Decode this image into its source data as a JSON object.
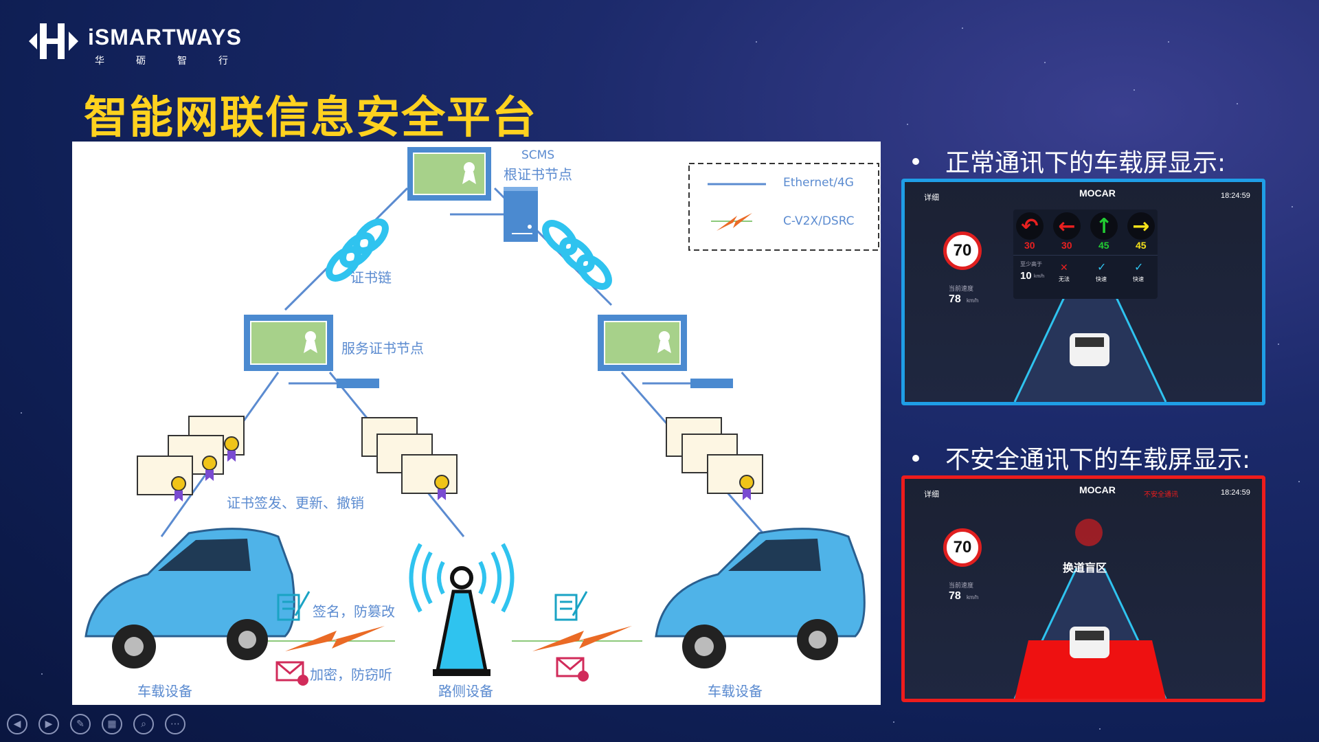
{
  "logo": {
    "brand": "iSMARTWAYS",
    "subtitle": "华砺智行"
  },
  "title": "智能网联信息安全平台",
  "diagram": {
    "scms_label": "SCMS",
    "root_node_label": "根证书节点",
    "cert_chain_label": "证书链",
    "service_node_label": "服务证书节点",
    "cert_ops_label": "证书签发、更新、撤销",
    "sign_label": "签名，防篡改",
    "encrypt_label": "加密，防窃听",
    "vehicle_left_label": "车载设备",
    "rsu_label": "路侧设备",
    "vehicle_right_label": "车载设备",
    "legend": {
      "ethernet": "Ethernet/4G",
      "v2x": "C-V2X/DSRC"
    }
  },
  "bullets": {
    "normal": "正常通讯下的车载屏显示:",
    "unsafe": "不安全通讯下的车载屏显示:"
  },
  "screen_normal": {
    "detail": "详细",
    "brand": "MOCAR",
    "time": "18:24:59",
    "speed_limit": "70",
    "current_speed_label": "当前速度",
    "current_speed": "78",
    "speed_unit": "km/h",
    "signals": [
      {
        "arrow": "↶",
        "color": "#e82020",
        "value": "30"
      },
      {
        "arrow": "←",
        "color": "#e82020",
        "value": "30"
      },
      {
        "arrow": "↑",
        "color": "#22cc33",
        "value": "45"
      },
      {
        "arrow": "→",
        "color": "#f5e11a",
        "value": "45"
      }
    ],
    "advice_label": "至少高于",
    "advice_value": "10",
    "advice_unit": "km/h",
    "advice_items": [
      "无法",
      "快速",
      "快速"
    ],
    "frame_color": "#1f9ee6"
  },
  "screen_unsafe": {
    "detail": "详细",
    "brand": "MOCAR",
    "warning": "不安全通讯",
    "time": "18:24:59",
    "speed_limit": "70",
    "current_speed_label": "当前速度",
    "current_speed": "78",
    "speed_unit": "km/h",
    "alert": "换道盲区",
    "frame_color": "#ee1c1c"
  },
  "toolbar": [
    "prev",
    "next",
    "pen",
    "slides",
    "zoom",
    "more"
  ]
}
